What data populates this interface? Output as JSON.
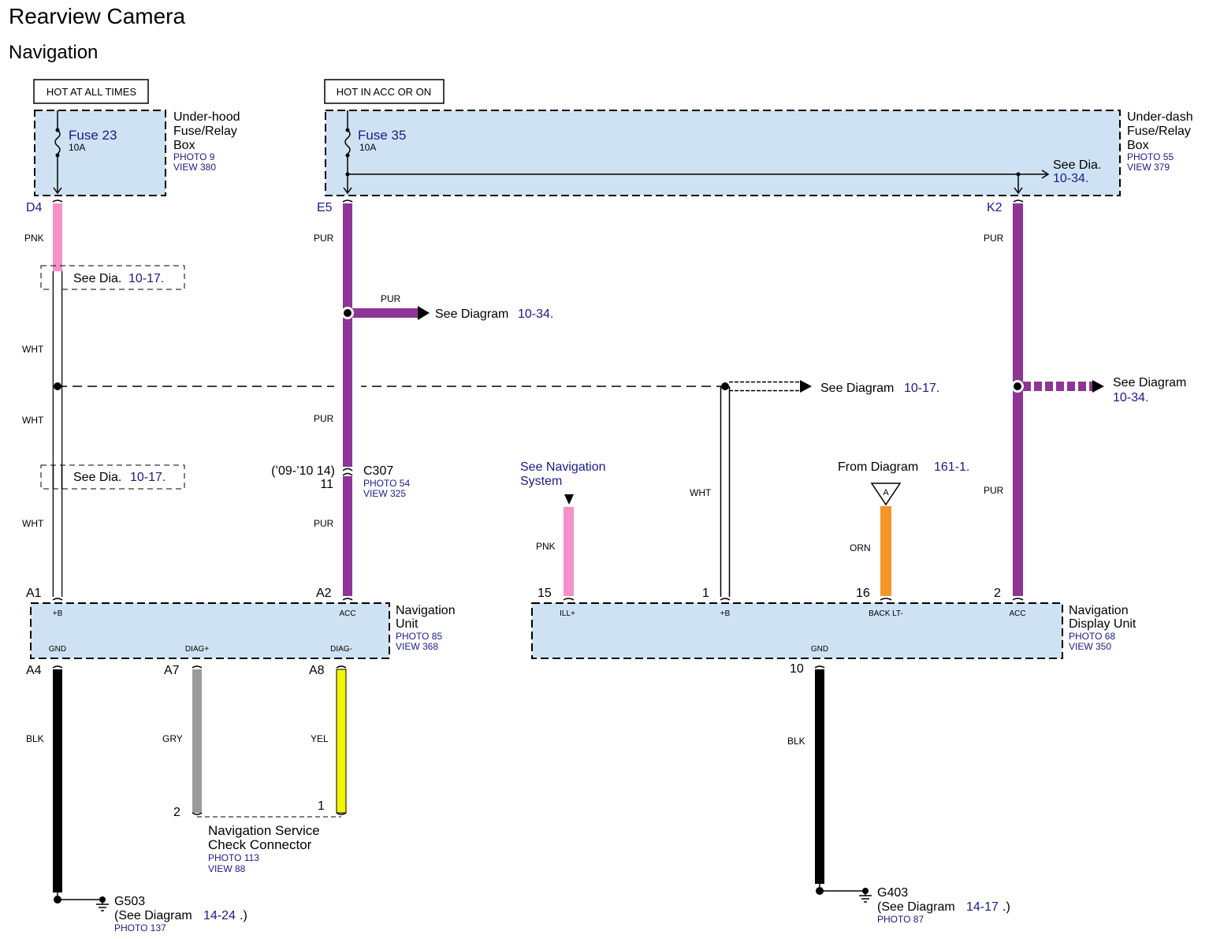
{
  "title": "Rearview Camera",
  "subtitle": "Navigation",
  "colors": {
    "box_fill": "#cfe2f3",
    "pink": "#f590c8",
    "purple": "#8e3596",
    "gray": "#9a9a9a",
    "yellow": "#f4f400",
    "orange": "#f5962a",
    "black": "#000000",
    "link_blue": "#1a1a8c"
  },
  "power": {
    "hot_all_times": "HOT AT ALL TIMES",
    "hot_acc_on": "HOT IN ACC OR ON"
  },
  "underhood_box": {
    "name_line1": "Under-hood",
    "name_line2": "Fuse/Relay",
    "name_line3": "Box",
    "photo": "PHOTO 9",
    "view": "VIEW 380",
    "fuse_label": "Fuse 23",
    "fuse_rating": "10A",
    "terminal": "D4"
  },
  "underdash_box": {
    "name_line1": "Under-dash",
    "name_line2": "Fuse/Relay",
    "name_line3": "Box",
    "photo": "PHOTO 55",
    "view": "VIEW 379",
    "fuse_label": "Fuse 35",
    "fuse_rating": "10A",
    "terminal_e": "E5",
    "terminal_k": "K2",
    "see_dia": "See Dia.",
    "see_dia_ref": "10-34."
  },
  "wires": {
    "pnk": "PNK",
    "wht": "WHT",
    "pur": "PUR",
    "blk": "BLK",
    "gry": "GRY",
    "yel": "YEL",
    "orn": "ORN"
  },
  "refs": {
    "see_dia": "See Dia.",
    "see_dia_1017": "10-17.",
    "see_diagram": "See Diagram",
    "ref_1034": "10-34.",
    "ref_1017": "10-17.",
    "see_nav_line1": "See Navigation",
    "see_nav_line2": "System",
    "from_diagram": "From Diagram",
    "from_ref": "161-1.",
    "connector_a": "A"
  },
  "c307": {
    "model_note": "(’09-’10 14)",
    "name": "C307",
    "pin": "11",
    "photo": "PHOTO 54",
    "view": "VIEW 325"
  },
  "nav_unit": {
    "name_line1": "Navigation",
    "name_line2": "Unit",
    "photo": "PHOTO 85",
    "view": "VIEW 368",
    "pin_a1": "A1",
    "pin_a2": "A2",
    "pin_a4": "A4",
    "pin_a7": "A7",
    "pin_a8": "A8",
    "lbl_b": "+B",
    "lbl_acc": "ACC",
    "lbl_gnd": "GND",
    "lbl_diag_plus": "DIAG+",
    "lbl_diag_minus": "DIAG-"
  },
  "display_unit": {
    "name_line1": "Navigation",
    "name_line2": "Display Unit",
    "photo": "PHOTO 68",
    "view": "VIEW 350",
    "pin_15": "15",
    "pin_1": "1",
    "pin_16": "16",
    "pin_2": "2",
    "pin_10": "10",
    "lbl_ill": "ILL+",
    "lbl_b": "+B",
    "lbl_back": "BACK LT-",
    "lbl_acc": "ACC",
    "lbl_gnd": "GND"
  },
  "service_connector": {
    "name_line1": "Navigation Service",
    "name_line2": "Check Connector",
    "photo": "PHOTO 113",
    "view": "VIEW 88",
    "pin_2": "2",
    "pin_1": "1"
  },
  "g503": {
    "name": "G503",
    "see_prefix": "(See Diagram",
    "ref": "14-24",
    "suffix": ".)",
    "photo": "PHOTO 137"
  },
  "g403": {
    "name": "G403",
    "see_prefix": "(See Diagram",
    "ref": "14-17",
    "suffix": ".)",
    "photo": "PHOTO 87"
  }
}
